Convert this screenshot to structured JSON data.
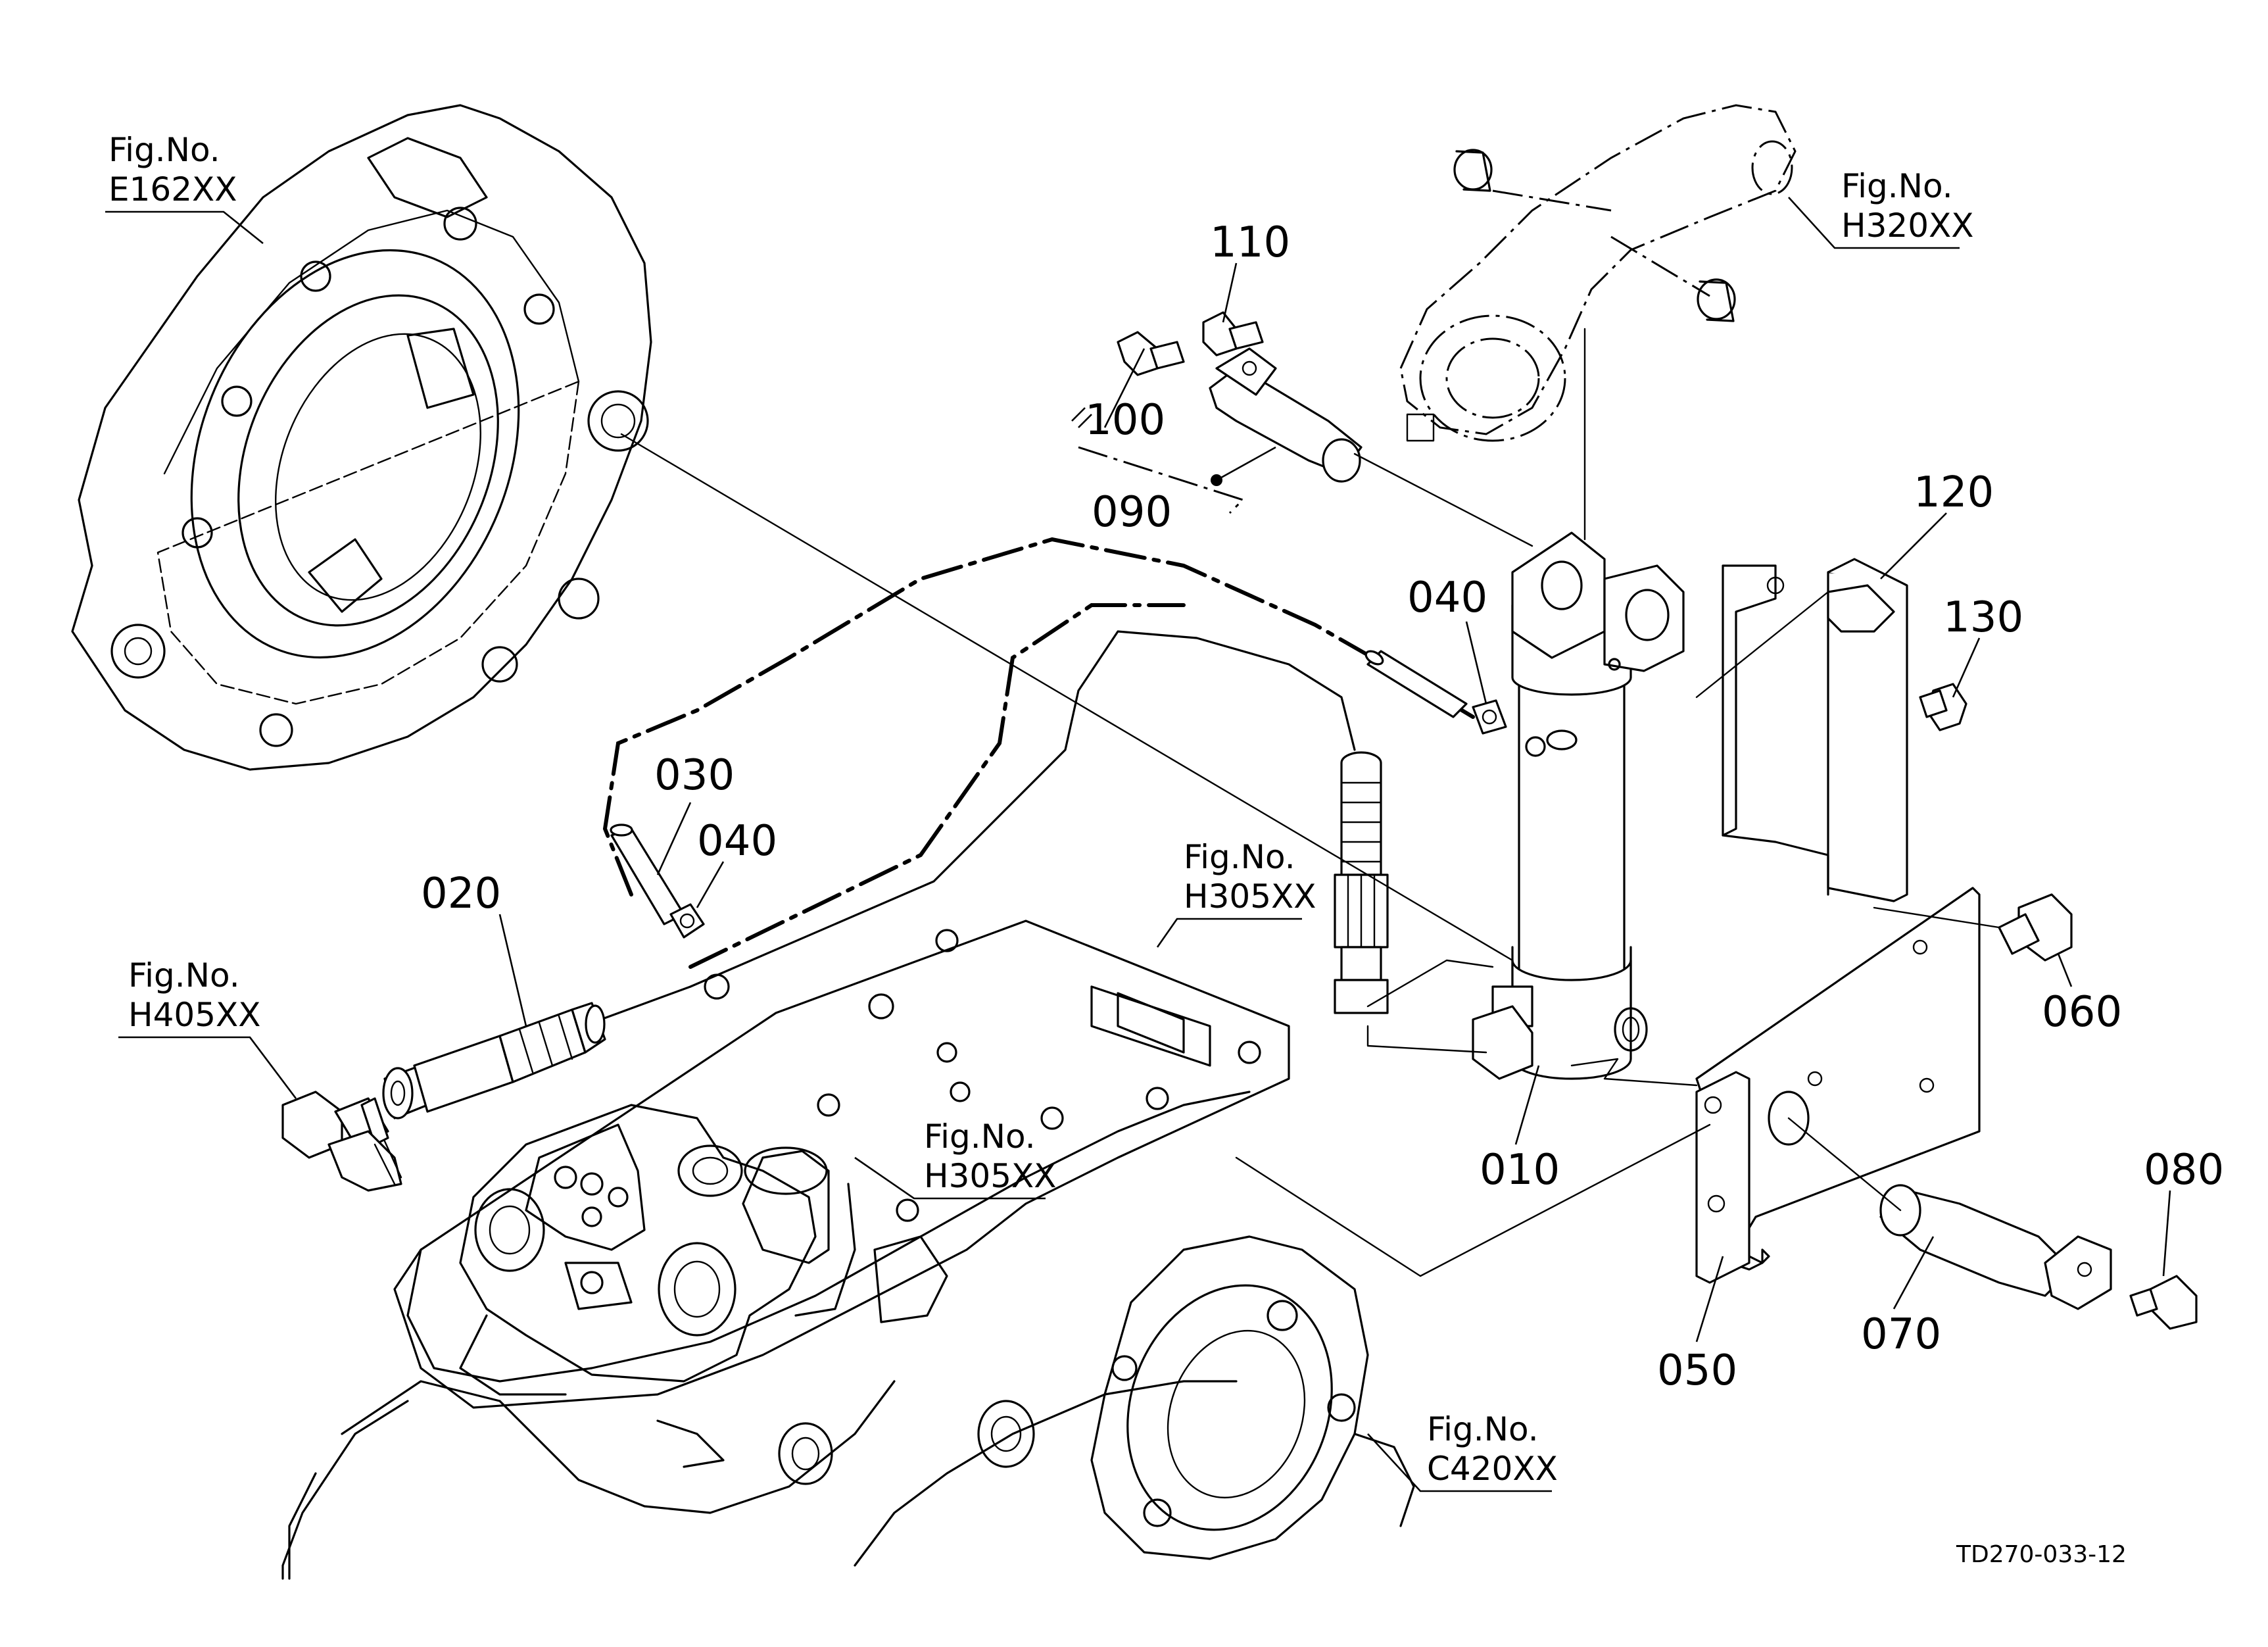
{
  "drawing_code": "TD270-033-12",
  "fig_refs": [
    {
      "label": "Fig.No.",
      "code": "E162XX"
    },
    {
      "label": "Fig.No.",
      "code": "H320XX"
    },
    {
      "label": "Fig.No.",
      "code": "H305XX"
    },
    {
      "label": "Fig.No.",
      "code": "H405XX"
    },
    {
      "label": "Fig.No.",
      "code": "H305XX"
    },
    {
      "label": "Fig.No.",
      "code": "C420XX"
    }
  ],
  "parts": [
    "010",
    "020",
    "030",
    "040",
    "040",
    "050",
    "060",
    "070",
    "080",
    "090",
    "100",
    "110",
    "120",
    "130"
  ]
}
